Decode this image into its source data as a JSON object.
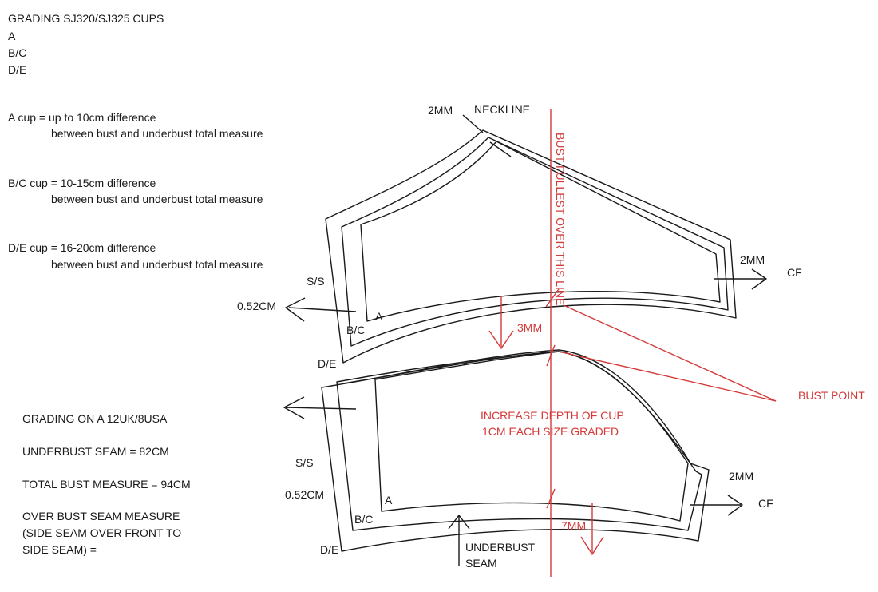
{
  "header": {
    "title": "GRADING SJ320/SJ325 CUPS",
    "sizes": [
      "A",
      "B/C",
      "D/E"
    ]
  },
  "cup_definitions": [
    {
      "title": "A cup = up to 10cm difference",
      "detail": "between bust and underbust total measure"
    },
    {
      "title": "B/C cup = 10-15cm difference",
      "detail": "between bust and underbust total measure"
    },
    {
      "title": "D/E cup = 16-20cm difference",
      "detail": "between bust and underbust total measure"
    }
  ],
  "measurements": {
    "grading": "GRADING ON A 12UK/8USA",
    "underbust": "UNDERBUST SEAM =  82CM",
    "total_bust": "TOTAL BUST MEASURE = 94CM",
    "overbust_lines": [
      "OVER BUST SEAM MEASURE",
      "(SIDE SEAM OVER FRONT TO",
      "SIDE SEAM) ="
    ]
  },
  "diagram": {
    "top": {
      "neck_label": "2MM",
      "neckline": "NECKLINE",
      "cf_offset": "2MM",
      "cf": "CF",
      "side_seam": "S/S",
      "side_offset": "0.52CM",
      "size_a": "A",
      "size_bc": "B/C",
      "size_de": "D/E"
    },
    "bottom": {
      "side_seam": "S/S",
      "side_offset": "0.52CM",
      "size_a": "A",
      "size_bc": "B/C",
      "size_de": "D/E",
      "cf_offset": "2MM",
      "cf": "CF",
      "underbust_seam_lines": [
        "UNDERBUST",
        "SEAM"
      ]
    },
    "annotations": {
      "bust_line": "BUST FULLEST OVER THIS LINE",
      "drop_top": "3MM",
      "drop_bottom": "7MM",
      "bust_point": "BUST POINT",
      "increase_lines": [
        "INCREASE DEPTH OF CUP",
        "1CM EACH SIZE GRADED"
      ]
    },
    "colors": {
      "ink": "#1a1a1a",
      "annotation": "#d43a3a"
    }
  }
}
